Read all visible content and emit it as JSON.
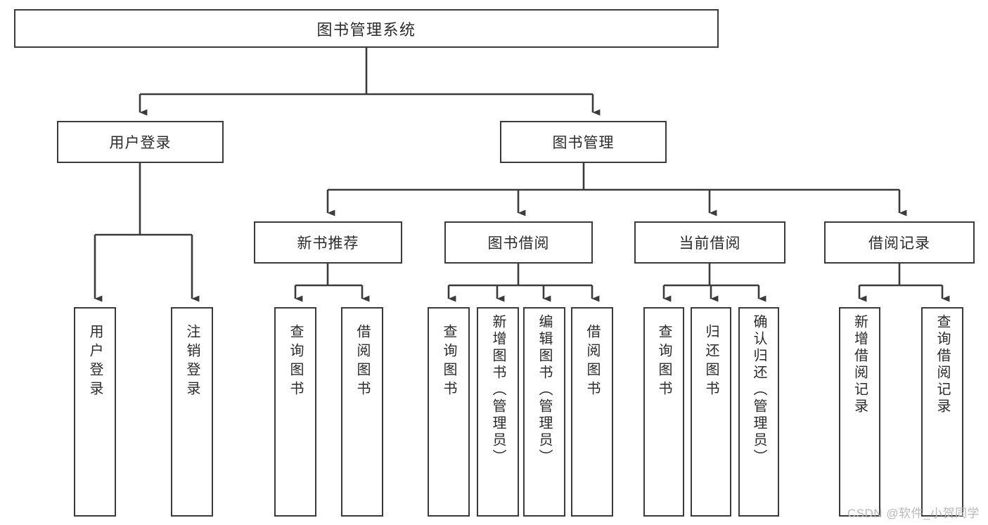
{
  "diagram": {
    "title_text": "图书管理系统",
    "stroke_color": "#3b3b3b",
    "text_color": "#2b2b2b",
    "fill_color": "#ffffff",
    "watermark": "CSDN @软件_小贺同学"
  },
  "root": {
    "label": "图书管理系统"
  },
  "level1": [
    {
      "label": "用户登录"
    },
    {
      "label": "图书管理"
    }
  ],
  "level2": [
    {
      "label": "新书推荐"
    },
    {
      "label": "图书借阅"
    },
    {
      "label": "当前借阅"
    },
    {
      "label": "借阅记录"
    }
  ],
  "leaves": {
    "user_login": [
      {
        "label": "用户登录"
      },
      {
        "label": "注销登录"
      }
    ],
    "new_book": [
      {
        "label": "查询图书"
      },
      {
        "label": "借阅图书"
      }
    ],
    "book_borrow": [
      {
        "label": "查询图书"
      },
      {
        "label": "新增图书（管理员）"
      },
      {
        "label": "编辑图书（管理员）"
      },
      {
        "label": "借阅图书"
      }
    ],
    "current_borrow": [
      {
        "label": "查询图书"
      },
      {
        "label": "归还图书"
      },
      {
        "label": "确认归还（管理员）"
      }
    ],
    "borrow_record": [
      {
        "label": "新增借阅记录"
      },
      {
        "label": "查询借阅记录"
      }
    ]
  }
}
